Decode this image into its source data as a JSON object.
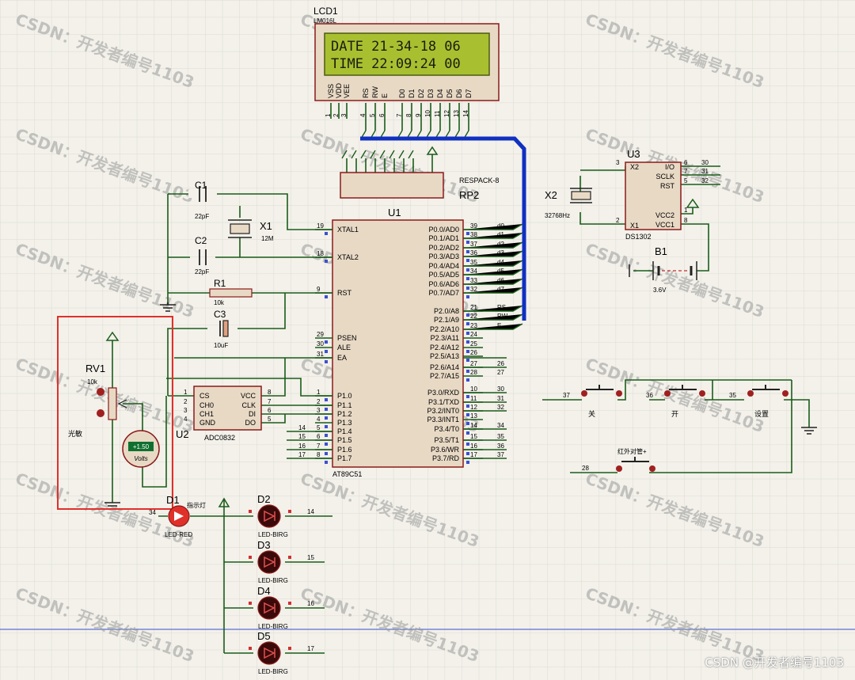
{
  "watermark": "CSDN：开发者编号1103",
  "credit": "CSDN @开发者编号1103",
  "colors": {
    "background": "#f3f1ea",
    "grid": "#dcdcd2",
    "wire": "#1a5c1a",
    "bus": "#1030c0",
    "chip_fill": "#e8d9c5",
    "chip_stroke": "#8a1a1a",
    "lcd_screen": "#a8c030",
    "red": "#e0302a",
    "pin_blue": "#3a50d0",
    "pin_red": "#d03030"
  },
  "lcd": {
    "ref": "LCD1",
    "part": "LM016L",
    "line1": "DATE 21-34-18 06",
    "line2": "TIME 22:09:24 00",
    "pins": [
      "VSS",
      "VDD",
      "VEE",
      "RS",
      "RW",
      "E",
      "D0",
      "D1",
      "D2",
      "D3",
      "D4",
      "D5",
      "D6",
      "D7"
    ],
    "pin_nums": [
      "1",
      "2",
      "3",
      "4",
      "5",
      "6",
      "7",
      "8",
      "9",
      "10",
      "11",
      "12",
      "13",
      "14"
    ]
  },
  "rp2": {
    "ref": "RP2",
    "part": "RESPACK-8"
  },
  "u1": {
    "ref": "U1",
    "part": "AT89C51",
    "left_pins": [
      {
        "n": "19",
        "name": "XTAL1"
      },
      {
        "n": "18",
        "name": "XTAL2"
      },
      {
        "n": "9",
        "name": "RST"
      },
      {
        "n": "29",
        "name": "PSEN"
      },
      {
        "n": "30",
        "name": "ALE"
      },
      {
        "n": "31",
        "name": "EA"
      },
      {
        "n": "1",
        "name": "P1.0"
      },
      {
        "n": "2",
        "name": "P1.1"
      },
      {
        "n": "3",
        "name": "P1.2"
      },
      {
        "n": "4",
        "name": "P1.3"
      },
      {
        "n": "5",
        "name": "P1.4"
      },
      {
        "n": "6",
        "name": "P1.5"
      },
      {
        "n": "7",
        "name": "P1.6"
      },
      {
        "n": "8",
        "name": "P1.7"
      }
    ],
    "right_pins": [
      {
        "n": "39",
        "name": "P0.0/AD0",
        "net": "d0"
      },
      {
        "n": "38",
        "name": "P0.1/AD1",
        "net": "d1"
      },
      {
        "n": "37",
        "name": "P0.2/AD2",
        "net": "d2"
      },
      {
        "n": "36",
        "name": "P0.3/AD3",
        "net": "d3"
      },
      {
        "n": "35",
        "name": "P0.4/AD4",
        "net": "d4"
      },
      {
        "n": "34",
        "name": "P0.5/AD5",
        "net": "d5"
      },
      {
        "n": "33",
        "name": "P0.6/AD6",
        "net": "d6"
      },
      {
        "n": "32",
        "name": "P0.7/AD7",
        "net": "d7"
      },
      {
        "n": "21",
        "name": "P2.0/A8",
        "net": "RS"
      },
      {
        "n": "22",
        "name": "P2.1/A9",
        "net": "RW"
      },
      {
        "n": "23",
        "name": "P2.2/A10",
        "net": "E"
      },
      {
        "n": "24",
        "name": "P2.3/A11",
        "net": ""
      },
      {
        "n": "25",
        "name": "P2.4/A12",
        "net": ""
      },
      {
        "n": "26",
        "name": "P2.5/A13",
        "net": ""
      },
      {
        "n": "27",
        "name": "P2.6/A14",
        "net": "26"
      },
      {
        "n": "28",
        "name": "P2.7/A15",
        "net": "27"
      },
      {
        "n": "10",
        "name": "P3.0/RXD",
        "net": "30"
      },
      {
        "n": "11",
        "name": "P3.1/TXD",
        "net": "31"
      },
      {
        "n": "12",
        "name": "P3.2/INT0",
        "net": "32"
      },
      {
        "n": "13",
        "name": "P3.3/INT1",
        "net": ""
      },
      {
        "n": "14",
        "name": "P3.4/T0",
        "net": "34"
      },
      {
        "n": "15",
        "name": "P3.5/T1",
        "net": "35"
      },
      {
        "n": "16",
        "name": "P3.6/WR",
        "net": "36"
      },
      {
        "n": "17",
        "name": "P3.7/RD",
        "net": "37"
      }
    ],
    "p1_nets": [
      "14",
      "15",
      "16",
      "17"
    ]
  },
  "u2": {
    "ref": "U2",
    "part": "ADC0832",
    "left_pins": [
      {
        "n": "1",
        "name": "CS"
      },
      {
        "n": "2",
        "name": "CH0"
      },
      {
        "n": "3",
        "name": "CH1"
      },
      {
        "n": "4",
        "name": "GND"
      }
    ],
    "right_pins": [
      {
        "n": "8",
        "name": "VCC"
      },
      {
        "n": "7",
        "name": "CLK"
      },
      {
        "n": "6",
        "name": "DI"
      },
      {
        "n": "5",
        "name": "DO"
      }
    ]
  },
  "u3": {
    "ref": "U3",
    "part": "DS1302",
    "pins": [
      {
        "n": "3",
        "name": "X2"
      },
      {
        "n": "2",
        "name": "X1"
      },
      {
        "n": "6",
        "name": "I/O"
      },
      {
        "n": "7",
        "name": "SCLK"
      },
      {
        "n": "5",
        "name": "RST"
      },
      {
        "n": "1",
        "name": "VCC2"
      },
      {
        "n": "8",
        "name": "VCC1"
      }
    ],
    "nets": [
      "30",
      "31",
      "32"
    ]
  },
  "c1": {
    "ref": "C1",
    "value": "22pF"
  },
  "c2": {
    "ref": "C2",
    "value": "22pF"
  },
  "c3": {
    "ref": "C3",
    "value": "10uF"
  },
  "r1": {
    "ref": "R1",
    "value": "10k"
  },
  "x1": {
    "ref": "X1",
    "value": "12M"
  },
  "x2": {
    "ref": "X2",
    "value": "32768Hz"
  },
  "b1": {
    "ref": "B1",
    "value": "3.6V"
  },
  "rv1": {
    "ref": "RV1",
    "value": "10k",
    "label": "光敏"
  },
  "voltmeter": {
    "reading": "+1.50",
    "unit": "Volts"
  },
  "d1": {
    "ref": "D1",
    "part": "LED-RED",
    "label": "指示灯",
    "net": "34"
  },
  "leds": [
    {
      "ref": "D2",
      "part": "LED-BIRG",
      "net": "14"
    },
    {
      "ref": "D3",
      "part": "LED-BIRG",
      "net": "15"
    },
    {
      "ref": "D4",
      "part": "LED-BIRG",
      "net": "16"
    },
    {
      "ref": "D5",
      "part": "LED-BIRG",
      "net": "17"
    }
  ],
  "buttons": [
    {
      "net": "37",
      "label": "关"
    },
    {
      "net": "36",
      "label": "开"
    },
    {
      "net": "35",
      "label": "设置"
    }
  ],
  "ir_button": {
    "net": "28",
    "label": "红外对管+"
  }
}
